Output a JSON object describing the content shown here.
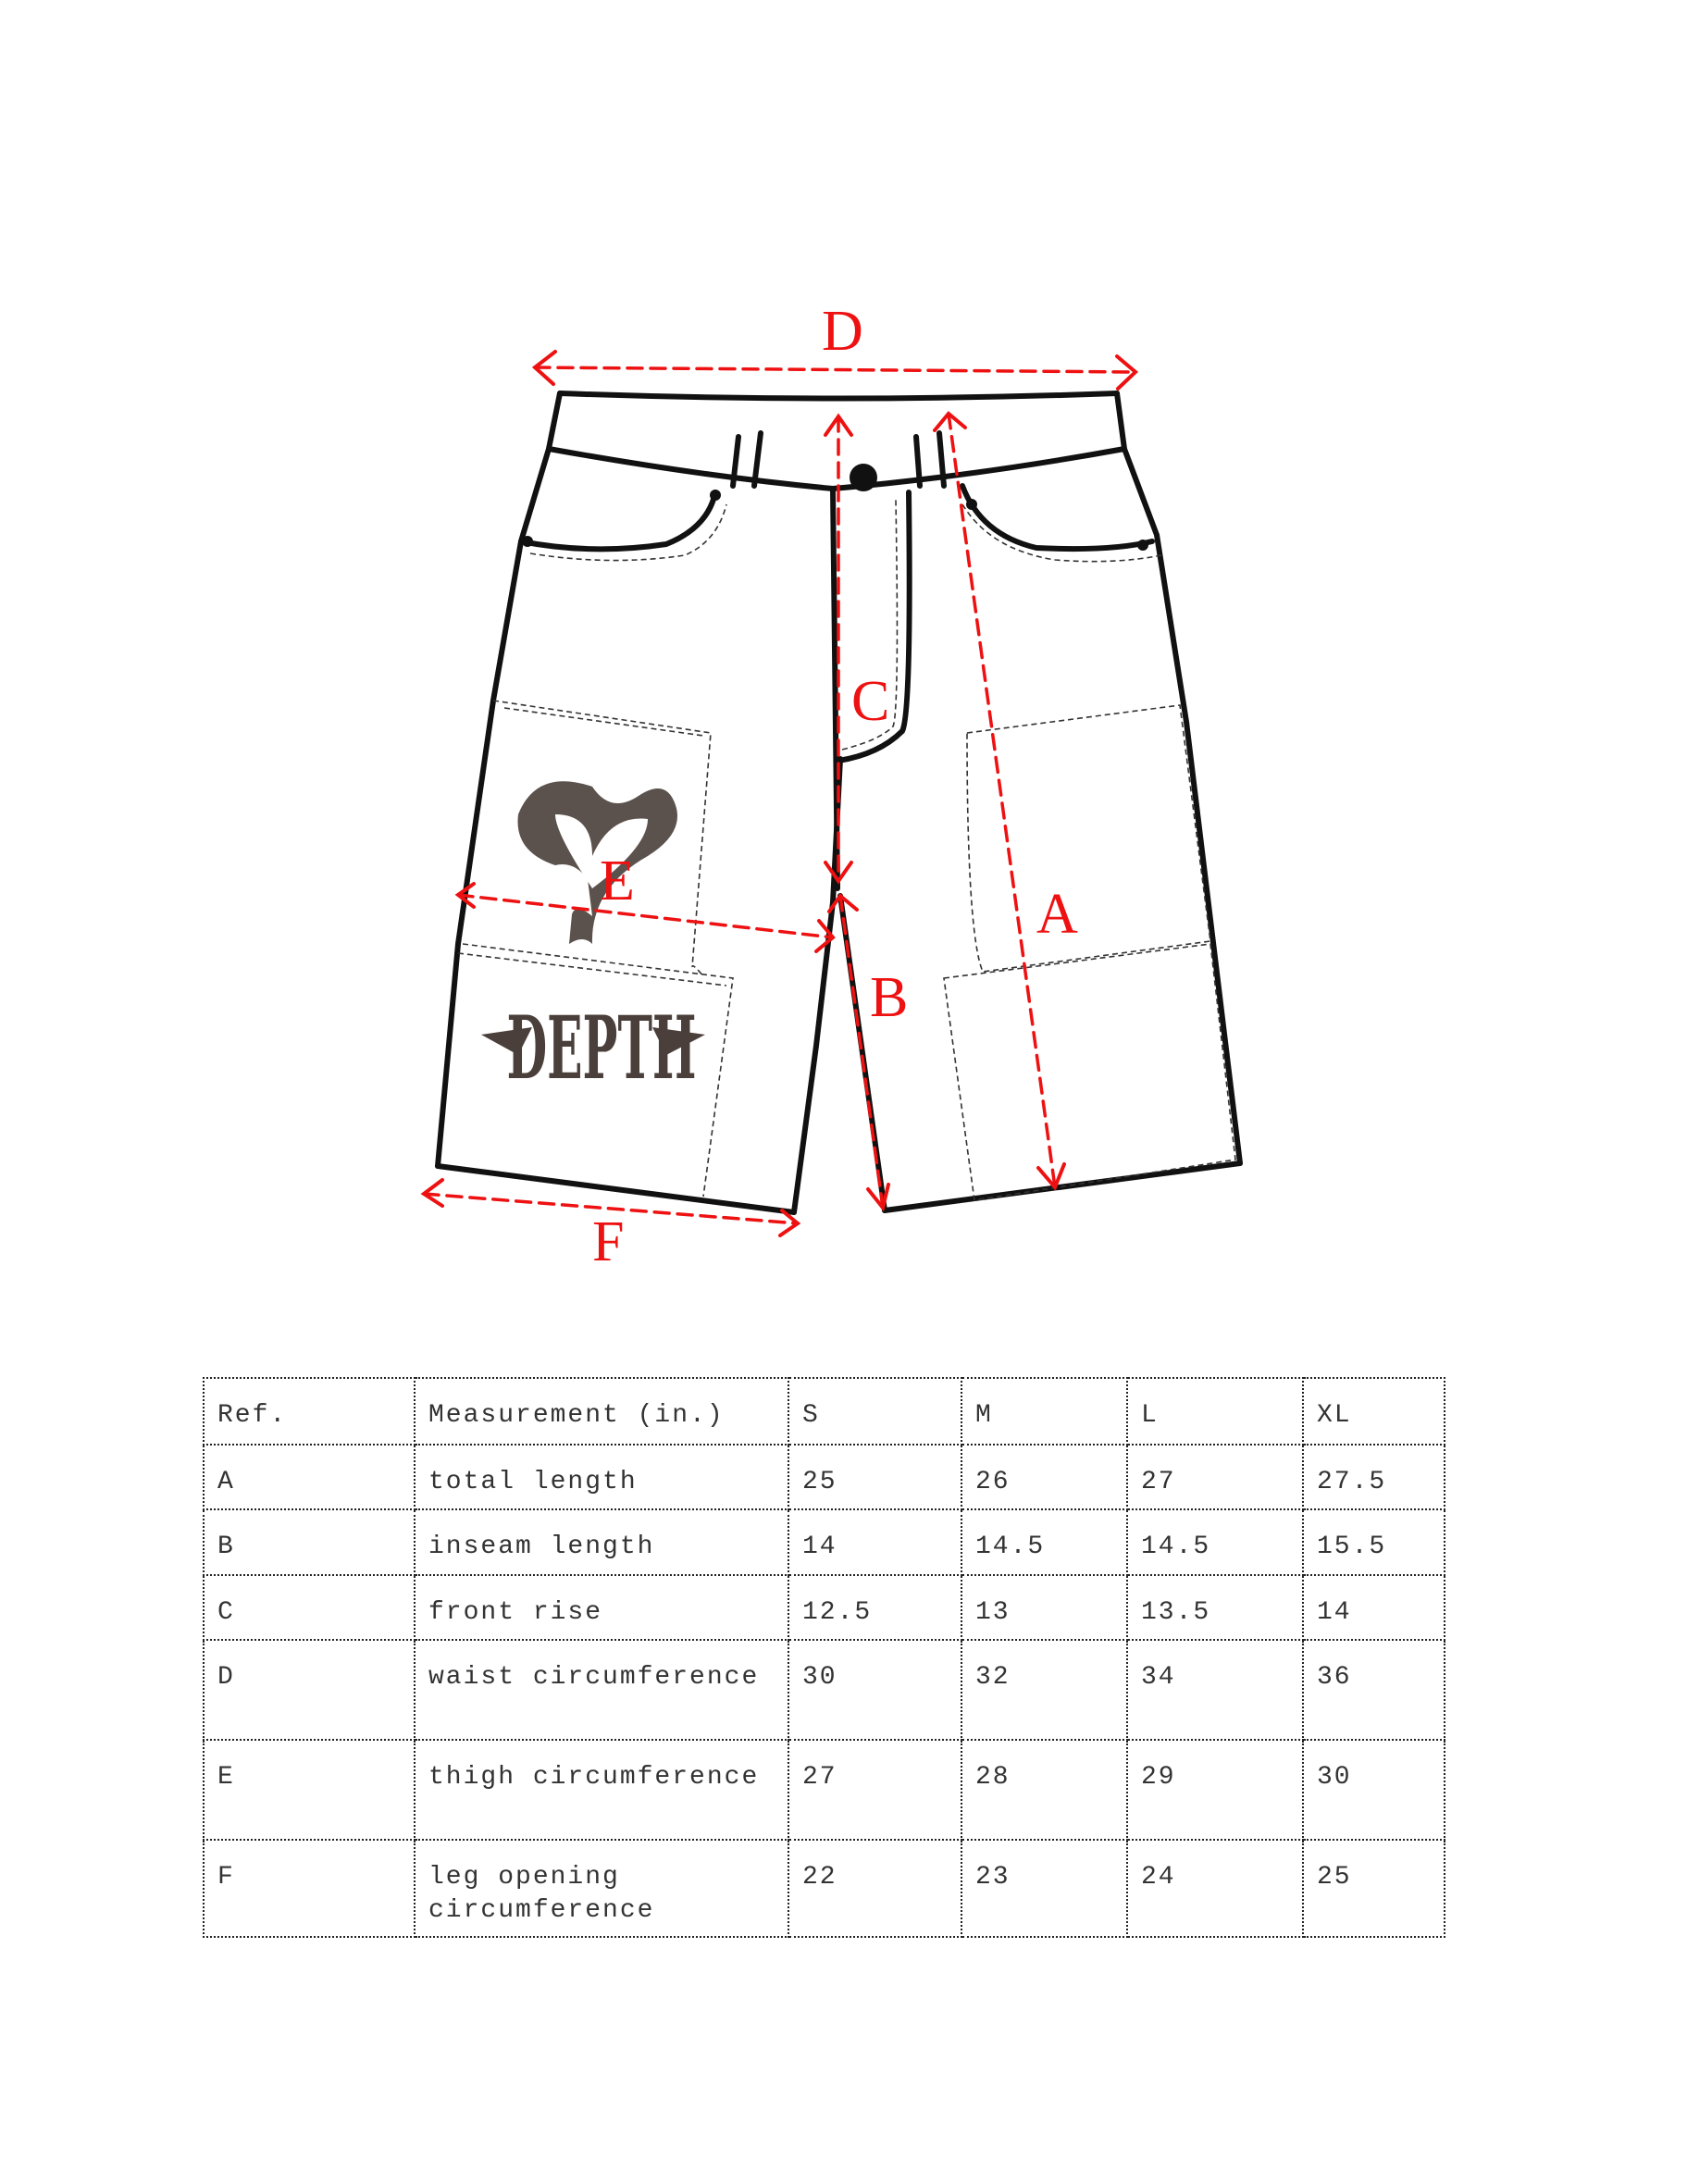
{
  "diagram": {
    "labels": {
      "A": "A",
      "B": "B",
      "C": "C",
      "D": "D",
      "E": "E",
      "F": "F"
    },
    "logos": [
      "heart emblem",
      "DEPTH"
    ],
    "colors": {
      "measure": "#ee1111",
      "outline": "#111111",
      "print": "#4a3f3a"
    }
  },
  "table": {
    "headers": [
      "Ref.",
      "Measurement (in.)",
      "S",
      "M",
      "L",
      "XL"
    ],
    "rows": [
      {
        "ref": "A",
        "name": "total length",
        "s": "25",
        "m": "26",
        "l": "27",
        "xl": "27.5"
      },
      {
        "ref": "B",
        "name": "inseam length",
        "s": "14",
        "m": "14.5",
        "l": "14.5",
        "xl": "15.5"
      },
      {
        "ref": "C",
        "name": "front rise",
        "s": "12.5",
        "m": "13",
        "l": "13.5",
        "xl": "14"
      },
      {
        "ref": "D",
        "name": "waist circumference",
        "s": "30",
        "m": "32",
        "l": "34",
        "xl": "36"
      },
      {
        "ref": "E",
        "name": "thigh circumference",
        "s": "27",
        "m": "28",
        "l": "29",
        "xl": "30"
      },
      {
        "ref": "F",
        "name": "leg opening circumference",
        "s": "22",
        "m": "23",
        "l": "24",
        "xl": "25"
      }
    ]
  }
}
